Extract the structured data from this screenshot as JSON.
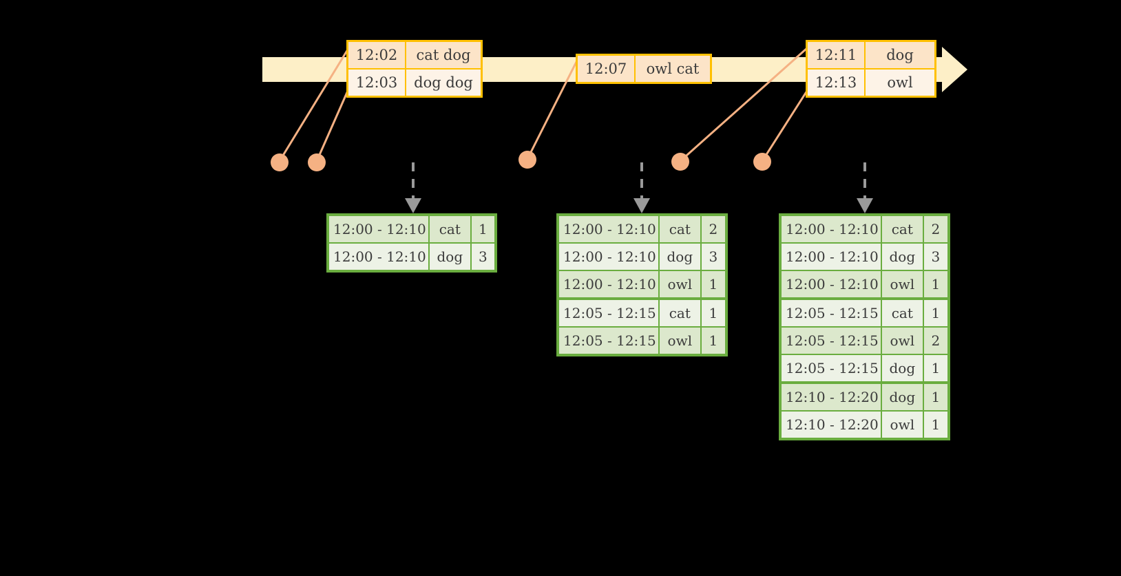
{
  "timeline": {
    "bar_color": "#FDEFC7",
    "border_color": "#FFC000",
    "dot_color": "#F5B183",
    "connector_color": "#F5B183",
    "arrow_color": "#9A9A9A",
    "events": [
      {
        "id": "event-group-1",
        "rows": [
          {
            "time": "12:02",
            "words": "cat dog"
          },
          {
            "time": "12:03",
            "words": "dog dog"
          }
        ]
      },
      {
        "id": "event-group-2",
        "rows": [
          {
            "time": "12:07",
            "words": "owl cat"
          }
        ]
      },
      {
        "id": "event-group-3",
        "rows": [
          {
            "time": "12:11",
            "words": "dog"
          },
          {
            "time": "12:13",
            "words": "owl"
          }
        ]
      }
    ]
  },
  "results": [
    {
      "id": "result-table-1",
      "rows": [
        {
          "window": "12:00 - 12:10",
          "word": "cat",
          "count": "1",
          "shade": "sh-a",
          "group_start": false
        },
        {
          "window": "12:00 - 12:10",
          "word": "dog",
          "count": "3",
          "shade": "sh-b",
          "group_start": false
        }
      ]
    },
    {
      "id": "result-table-2",
      "rows": [
        {
          "window": "12:00 - 12:10",
          "word": "cat",
          "count": "2",
          "shade": "sh-a",
          "group_start": false
        },
        {
          "window": "12:00 - 12:10",
          "word": "dog",
          "count": "3",
          "shade": "sh-b",
          "group_start": false
        },
        {
          "window": "12:00 - 12:10",
          "word": "owl",
          "count": "1",
          "shade": "sh-a",
          "group_start": false
        },
        {
          "window": "12:05 - 12:15",
          "word": "cat",
          "count": "1",
          "shade": "sh-b",
          "group_start": true
        },
        {
          "window": "12:05 - 12:15",
          "word": "owl",
          "count": "1",
          "shade": "sh-a",
          "group_start": false
        }
      ]
    },
    {
      "id": "result-table-3",
      "rows": [
        {
          "window": "12:00 - 12:10",
          "word": "cat",
          "count": "2",
          "shade": "sh-a",
          "group_start": false
        },
        {
          "window": "12:00 - 12:10",
          "word": "dog",
          "count": "3",
          "shade": "sh-b",
          "group_start": false
        },
        {
          "window": "12:00 - 12:10",
          "word": "owl",
          "count": "1",
          "shade": "sh-a",
          "group_start": false
        },
        {
          "window": "12:05 - 12:15",
          "word": "cat",
          "count": "1",
          "shade": "sh-b",
          "group_start": true
        },
        {
          "window": "12:05 - 12:15",
          "word": "owl",
          "count": "2",
          "shade": "sh-a",
          "group_start": false
        },
        {
          "window": "12:05 - 12:15",
          "word": "dog",
          "count": "1",
          "shade": "sh-b",
          "group_start": false
        },
        {
          "window": "12:10 - 12:20",
          "word": "dog",
          "count": "1",
          "shade": "sh-a",
          "group_start": true
        },
        {
          "window": "12:10 - 12:20",
          "word": "owl",
          "count": "1",
          "shade": "sh-b",
          "group_start": false
        }
      ]
    }
  ]
}
